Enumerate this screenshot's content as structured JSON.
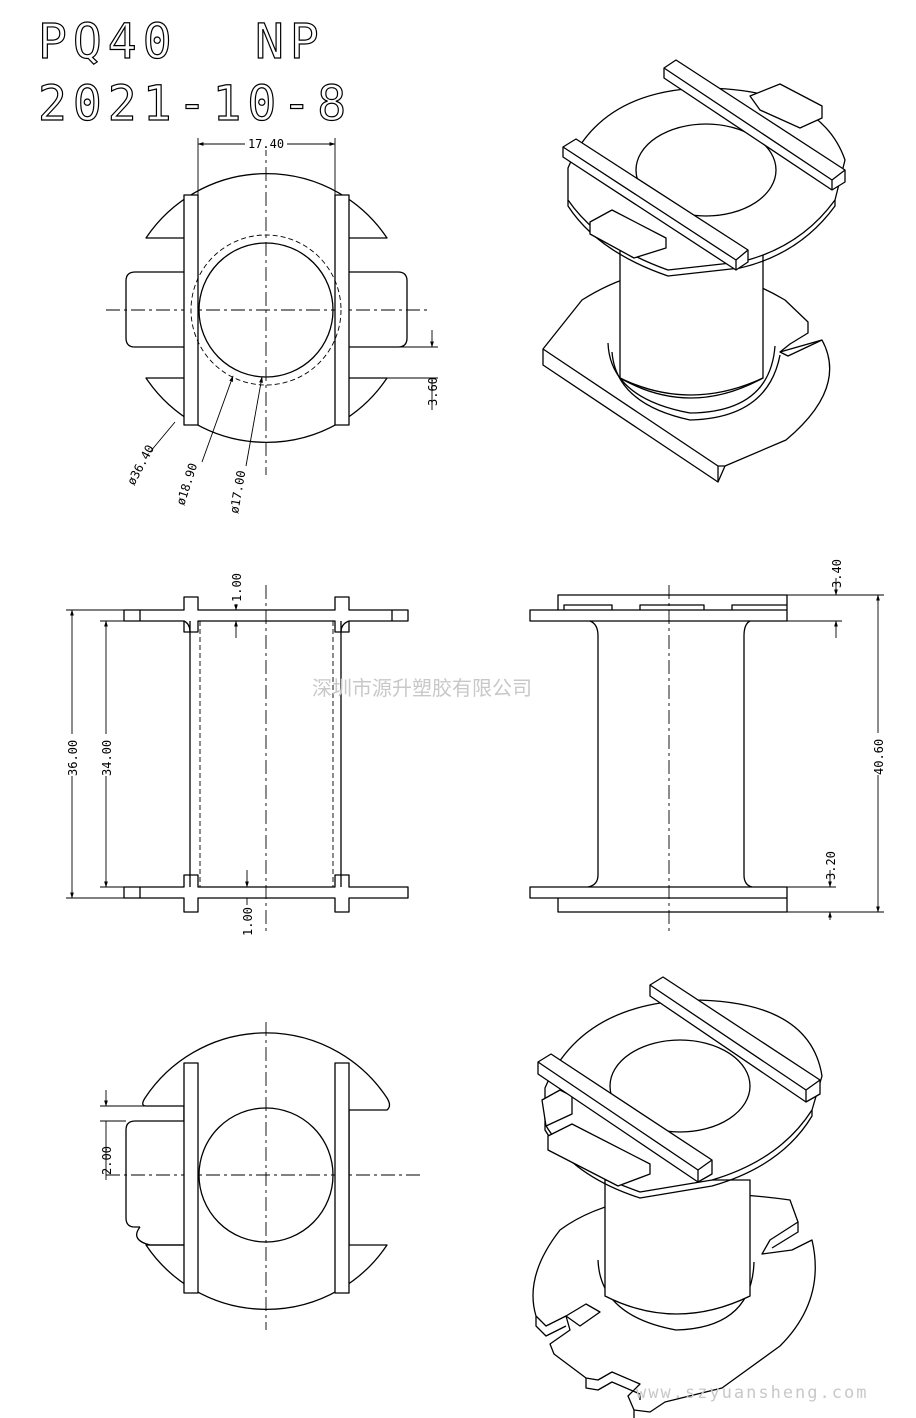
{
  "title": {
    "model": "PQ40",
    "variant": "NP",
    "date": "2021-10-8"
  },
  "dimensions": {
    "top_width": "17.40",
    "top_slot": "3.60",
    "dia_outer": "ø36.40",
    "dia_mid": "ø18.90",
    "dia_inner": "ø17.00",
    "front_wall_top": "1.00",
    "front_wall_bottom": "1.00",
    "front_height_outer": "36.00",
    "front_height_inner": "34.00",
    "side_flange_top": "3.40",
    "side_height": "40.60",
    "side_flange_bottom": "3.20",
    "bottom_slot": "2.00"
  },
  "watermark": {
    "company": "深圳市源升塑胶有限公司",
    "website": "www.szyuansheng.com"
  },
  "colors": {
    "line": "#000000",
    "watermark": "#c8c8c8"
  }
}
